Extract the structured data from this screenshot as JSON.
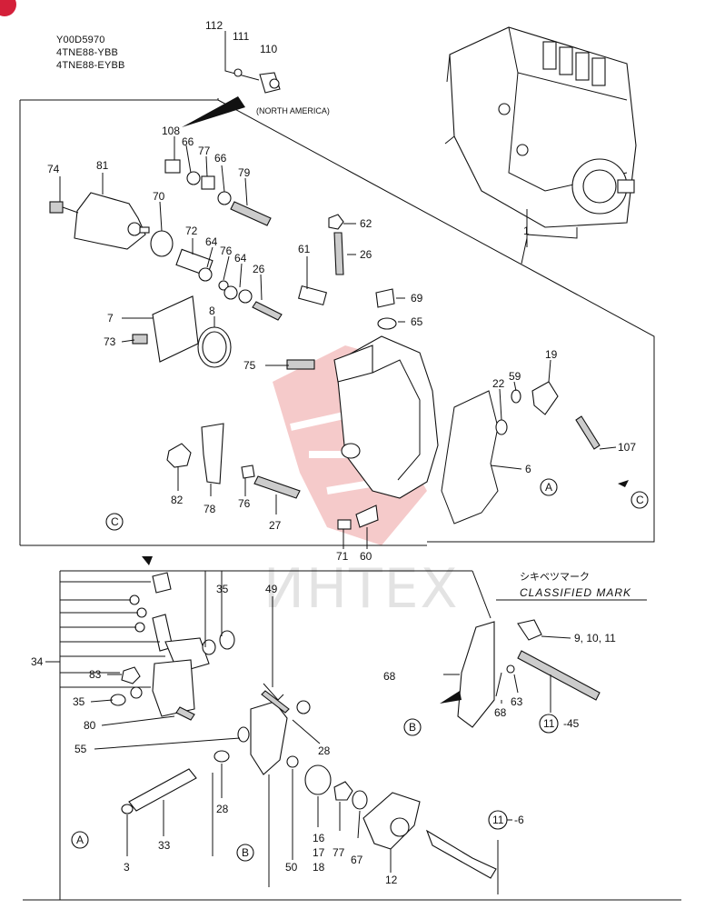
{
  "header": {
    "code": "Y00D5970",
    "model1": "4TNE88-YBB",
    "model2": "4TNE88-EYBB"
  },
  "notes": {
    "north_america": "(NORTH AMERICA)",
    "classified_jp": "シキベツマーク",
    "classified_en": "CLASSIFIED MARK"
  },
  "watermark": "ИНТЕХ",
  "callouts": {
    "p112": "112",
    "p111": "111",
    "p110": "110",
    "p108": "108",
    "p66a": "66",
    "p77a": "77",
    "p66b": "66",
    "p79": "79",
    "p74": "74",
    "p81": "81",
    "p70": "70",
    "p72": "72",
    "p64a": "64",
    "p76a": "76",
    "p64b": "64",
    "p26a": "26",
    "p62": "62",
    "p26b": "26",
    "p61": "61",
    "p69": "69",
    "p65": "65",
    "p7": "7",
    "p8": "8",
    "p73": "73",
    "p75": "75",
    "p19": "19",
    "p22": "22",
    "p59": "59",
    "p107": "107",
    "p6": "6",
    "p82": "82",
    "p78": "78",
    "p76b": "76",
    "p27": "27",
    "p71": "71",
    "p60": "60",
    "p1": "1",
    "p35a": "35",
    "p49": "49",
    "p34": "34",
    "p83": "83",
    "p35b": "35",
    "p80": "80",
    "p55": "55",
    "p28a": "28",
    "p28b": "28",
    "p33": "33",
    "p3": "3",
    "p16": "16",
    "p17": "17",
    "p18": "18",
    "p77b": "77",
    "p67": "67",
    "p50": "50",
    "p12": "12",
    "p68a": "68",
    "p68b": "68",
    "p63": "63",
    "p9_10_11": "9, 10, 11",
    "p11a": "11",
    "p45": "-45",
    "p11b": "11",
    "p6b": "-6"
  },
  "refs": {
    "a1": "A",
    "a2": "A",
    "b1": "B",
    "b2": "B",
    "c1": "C",
    "c2": "C"
  }
}
